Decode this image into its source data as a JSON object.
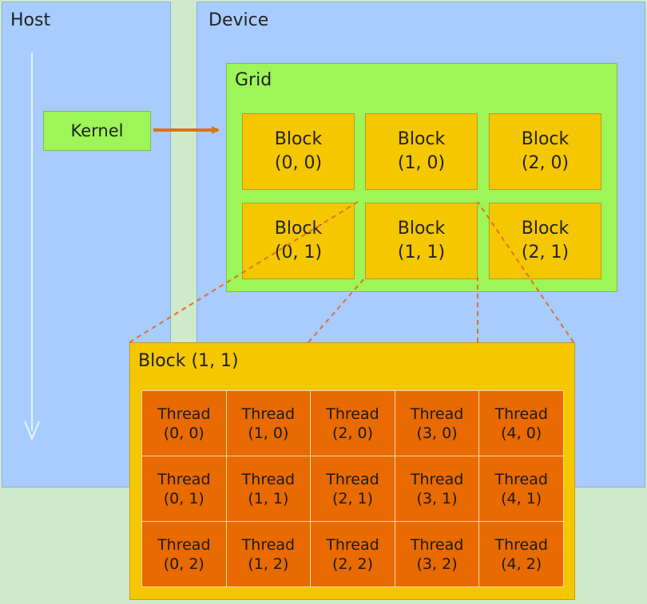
{
  "host": {
    "label": "Host"
  },
  "device": {
    "label": "Device"
  },
  "kernel": {
    "label": "Kernel"
  },
  "grid": {
    "label": "Grid",
    "blocks": [
      {
        "title": "Block",
        "index": "(0, 0)"
      },
      {
        "title": "Block",
        "index": "(1, 0)"
      },
      {
        "title": "Block",
        "index": "(2, 0)"
      },
      {
        "title": "Block",
        "index": "(0, 1)"
      },
      {
        "title": "Block",
        "index": "(1, 1)"
      },
      {
        "title": "Block",
        "index": "(2, 1)"
      }
    ]
  },
  "detail_block": {
    "label": "Block (1, 1)",
    "threads": [
      {
        "title": "Thread",
        "index": "(0, 0)"
      },
      {
        "title": "Thread",
        "index": "(1, 0)"
      },
      {
        "title": "Thread",
        "index": "(2, 0)"
      },
      {
        "title": "Thread",
        "index": "(3, 0)"
      },
      {
        "title": "Thread",
        "index": "(4, 0)"
      },
      {
        "title": "Thread",
        "index": "(0, 1)"
      },
      {
        "title": "Thread",
        "index": "(1, 1)"
      },
      {
        "title": "Thread",
        "index": "(2, 1)"
      },
      {
        "title": "Thread",
        "index": "(3, 1)"
      },
      {
        "title": "Thread",
        "index": "(4, 1)"
      },
      {
        "title": "Thread",
        "index": "(0, 2)"
      },
      {
        "title": "Thread",
        "index": "(1, 2)"
      },
      {
        "title": "Thread",
        "index": "(2, 2)"
      },
      {
        "title": "Thread",
        "index": "(3, 2)"
      },
      {
        "title": "Thread",
        "index": "(4, 2)"
      }
    ]
  },
  "colors": {
    "background": "#cfeacb",
    "host_device": "#a8ccff",
    "grid_kernel": "#9df558",
    "block": "#f5c700",
    "thread": "#e86a00",
    "arrow": "#d9731a"
  }
}
